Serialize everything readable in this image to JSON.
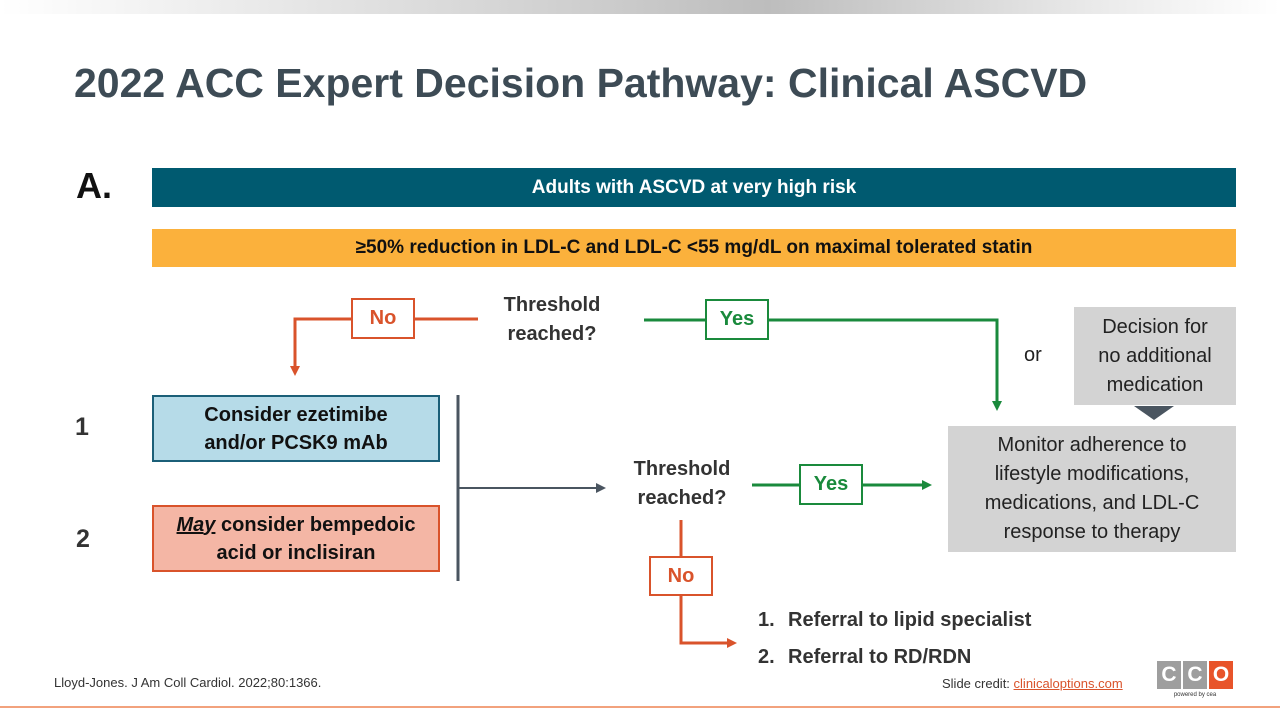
{
  "title": "2022 ACC Expert Decision Pathway: Clinical ASCVD",
  "section_letter": "A.",
  "band_top": "Adults with ASCVD at very high risk",
  "band_second": "≥50% reduction in LDL-C and LDL-C <55 mg/dL on maximal tolerated statin",
  "threshold_top": [
    "Threshold",
    "reached?"
  ],
  "threshold_mid": [
    "Threshold",
    "reached?"
  ],
  "no_label": "No",
  "yes_label": "Yes",
  "or_label": "or",
  "decision_box": [
    "Decision for",
    "no additional",
    "medication"
  ],
  "monitor_box": [
    "Monitor adherence to",
    "lifestyle modifications,",
    "medications, and LDL-C",
    "response to therapy"
  ],
  "step1": {
    "number": "1",
    "lines": [
      "Consider ezetimibe",
      "and/or PCSK9 mAb"
    ]
  },
  "step2": {
    "number": "2",
    "emphasis": "May",
    "line1_rest": " consider bempedoic",
    "line2": "acid or inclisiran"
  },
  "referrals": [
    {
      "number": "1.",
      "text": "Referral to lipid specialist"
    },
    {
      "number": "2.",
      "text": "Referral to RD/RDN"
    }
  ],
  "citation": "Lloyd-Jones. J Am Coll Cardiol. 2022;80:1366.",
  "credit_prefix": "Slide credit: ",
  "credit_link": "clinicaloptions.com",
  "logo": {
    "letters": [
      "C",
      "C",
      "O"
    ],
    "tagline": "powered by cea"
  },
  "colors": {
    "teal": "#005a70",
    "orange_band": "#fbb13c",
    "no": "#d9532b",
    "yes": "#1a8a3c",
    "blue_box": "#b6dbe8",
    "salmon_box": "#f4b6a5",
    "gray_box": "#d3d3d3",
    "connector": "#4a5560",
    "logo_letters": [
      "#9e9e9e",
      "#9e9e9e",
      "#e8542a"
    ]
  }
}
